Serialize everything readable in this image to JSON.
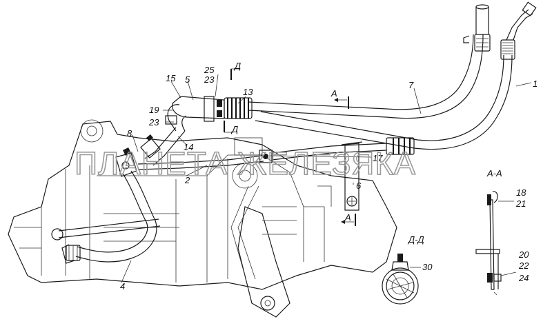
{
  "watermark": "ПЛАНЕТА ЖЕЛЕЗЯКА",
  "callouts": [
    "1",
    "2",
    "4",
    "5",
    "6",
    "7",
    "8",
    "13",
    "14",
    "15",
    "17",
    "19",
    "23",
    "25",
    "23"
  ],
  "section_marks": {
    "a_top": "А",
    "a_bottom": "А",
    "d_top": "Д",
    "d_bottom": "Д"
  },
  "views": {
    "aa": {
      "title": "А-А",
      "callouts": [
        "18",
        "21",
        "20",
        "22",
        "24"
      ]
    },
    "dd": {
      "title": "Д-Д",
      "callouts": [
        "30"
      ]
    }
  }
}
